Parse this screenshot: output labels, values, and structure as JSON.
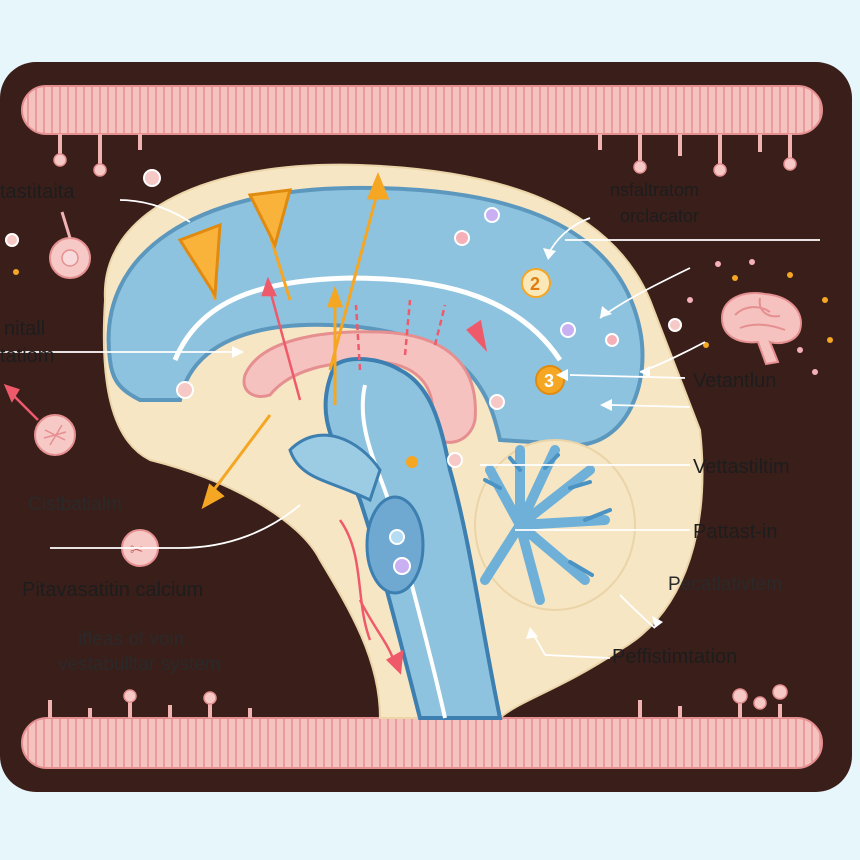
{
  "labels": {
    "top_left": "tastitaita",
    "top_right_line1": "nsfaltratom",
    "top_right_line2": "orclacator",
    "left_upper": "nitall",
    "left_lower": "tatiom",
    "right_1": "Vetantlun",
    "right_2": "Vettastiltim",
    "right_3": "Pattast-in",
    "right_4": "Pecatlativtem",
    "right_5": "Peffistimtation",
    "left_mid": "Cistbatialm",
    "left_main": "Pitavasatitin calcium",
    "bottom_left_line1": "iffeas of voin",
    "bottom_left_line2": "vestabulltar system"
  },
  "markers": {
    "marker_2": "2",
    "marker_3": "3"
  },
  "colors": {
    "frame": "#3a1e1a",
    "background": "#e6f6fb",
    "ventricle_blue": "#8ec3df",
    "tissue_cream": "#f7e6c4",
    "membrane_pink": "#f4b7b6",
    "arrow_orange": "#f5a623",
    "arrow_red": "#ef5a6b"
  }
}
